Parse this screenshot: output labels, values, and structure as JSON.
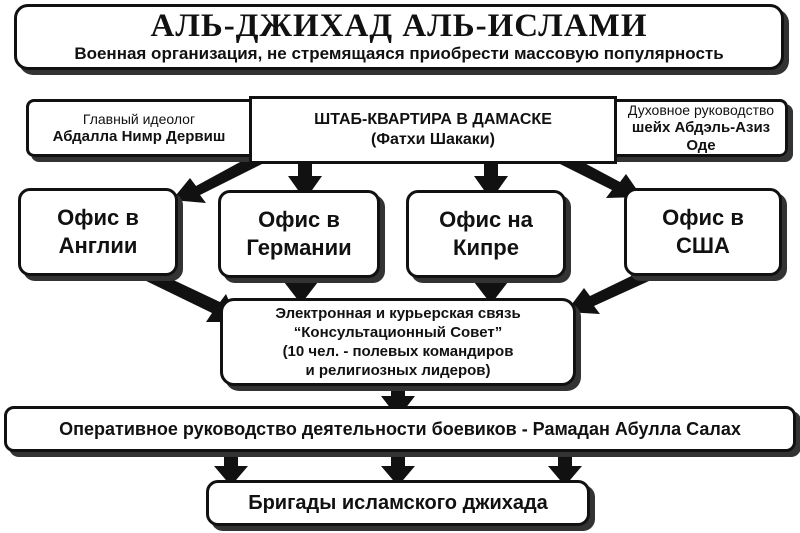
{
  "title": {
    "main": "АЛЬ-ДЖИХАД АЛЬ-ИСЛАМИ",
    "subtitle": "Военная организация, не стремящаяся приобрести массовую популярность"
  },
  "hq": {
    "left_role": "Главный идеолог",
    "left_name": "Абдалла Нимр Дервиш",
    "center_title": "ШТАБ-КВАРТИРА В ДАМАСКЕ",
    "center_name": "(Фатхи Шакаки)",
    "right_role": "Духовное руководство",
    "right_name": "шейх Абдэль-Азиз Оде"
  },
  "offices": {
    "uk_1": "Офис в",
    "uk_2": "Англии",
    "de_1": "Офис в",
    "de_2": "Германии",
    "cy_1": "Офис на",
    "cy_2": "Кипре",
    "us_1": "Офис в",
    "us_2": "США"
  },
  "council": {
    "l1": "Электронная и курьерская связь",
    "l2": "“Консультационный Совет”",
    "l3": "(10 чел. - полевых командиров",
    "l4": "и религиозных лидеров)"
  },
  "ops": "Оперативное руководство деятельности боевиков - Рамадан Абулла Салах",
  "brigades": "Бригады исламского джихада"
}
